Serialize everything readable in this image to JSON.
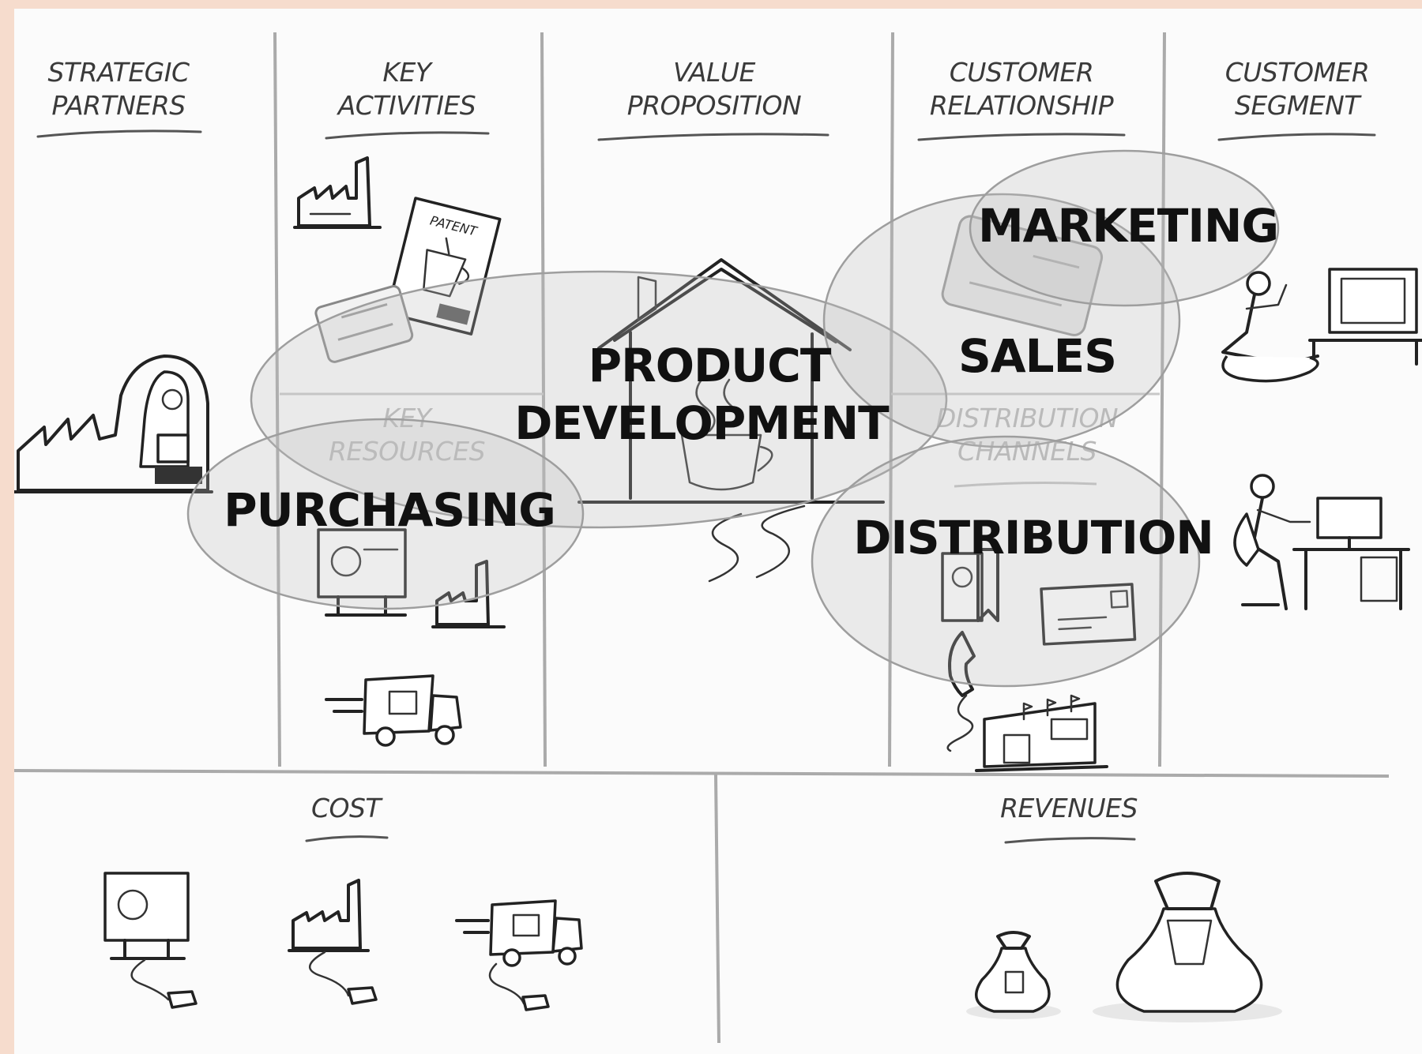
{
  "headers": {
    "strategic_partners": [
      "STRATEGIC",
      "PARTNERS"
    ],
    "key_activities": [
      "KEY",
      "ACTIVITIES"
    ],
    "value_proposition": [
      "VALUE",
      "PROPOSITION"
    ],
    "customer_relationship": [
      "CUSTOMER",
      "RELATIONSHIP"
    ],
    "customer_segment": [
      "CUSTOMER",
      "SEGMENT"
    ],
    "key_resources": [
      "KEY",
      "RESOURCES"
    ],
    "distribution_channels": [
      "DISTRIBUTION",
      "CHANNELS"
    ],
    "cost": "COST",
    "revenues": "REVENUES"
  },
  "clusters": {
    "marketing": "MARKETING",
    "sales": "SALES",
    "product_development": [
      "PRODUCT",
      "DEVELOPMENT"
    ],
    "purchasing": "PURCHASING",
    "distribution": "DISTRIBUTION"
  },
  "icon_labels": {
    "patent": "PATENT"
  },
  "colors": {
    "frame": "#f6dccd",
    "canvas": "#fbfbfb",
    "grid": "#aaaaaa",
    "ink": "#111111",
    "faded_header": "#b9b9b9",
    "cluster_fill": "#bebebe"
  }
}
